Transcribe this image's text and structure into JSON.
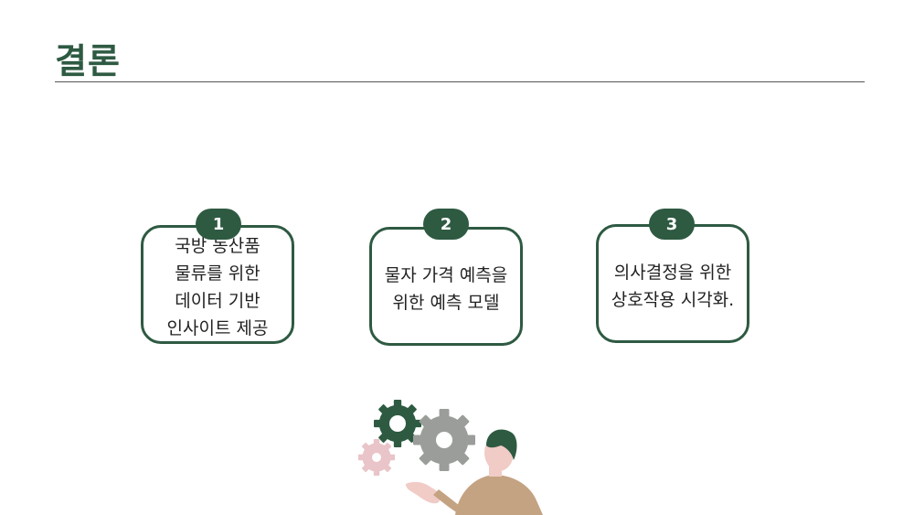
{
  "title": "결론",
  "steps": [
    {
      "number": "1",
      "text": "국방 농산품\n물류를 위한\n데이터 기반\n인사이트 제공"
    },
    {
      "number": "2",
      "text": "물자 가격 예측을\n위한 예측 모델"
    },
    {
      "number": "3",
      "text": "의사결정을 위한\n상호작용 시각화."
    }
  ],
  "colors": {
    "accent": "#2e5a42",
    "gear_gray": "#9a9d99",
    "gear_pink": "#e9c4c8",
    "skin": "#f1cbc6",
    "shirt": "#c4a382"
  }
}
